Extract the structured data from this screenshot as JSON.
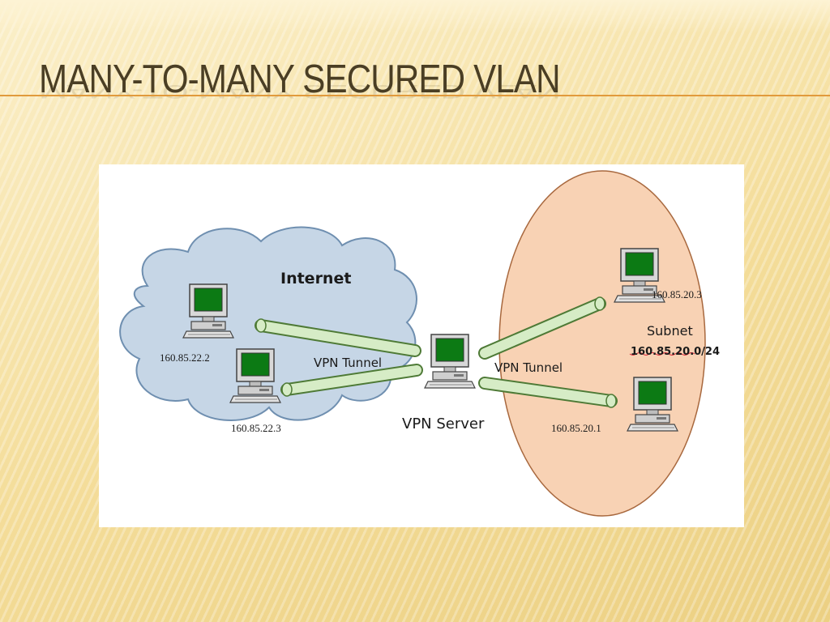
{
  "slide": {
    "title": "MANY-TO-MANY SECURED VLAN"
  },
  "diagram": {
    "cloud_label": "Internet",
    "tunnel_label_left": "VPN Tunnel",
    "tunnel_label_right": "VPN Tunnel",
    "server_label": "VPN Server",
    "subnet_label": "Subnet",
    "subnet_address": "160.85.20.0/24",
    "hosts": {
      "internet_host_1": "160.85.22.2",
      "internet_host_2": "160.85.22.3",
      "subnet_host_1": "160.85.20.3",
      "subnet_host_2": "160.85.20.1"
    },
    "colors": {
      "cloud_fill": "#c6d6e6",
      "cloud_stroke": "#6f8fb0",
      "subnet_fill": "#f8d2b4",
      "subnet_stroke": "#b06f46",
      "tunnel_fill": "#d6ecc6",
      "tunnel_stroke": "#4e7a36",
      "screen_green": "#0c7a14",
      "title_rule": "#e19a3c"
    },
    "icons": [
      "computer-icon",
      "cloud-shape",
      "subnet-ellipse",
      "vpn-tunnel-tube"
    ]
  }
}
